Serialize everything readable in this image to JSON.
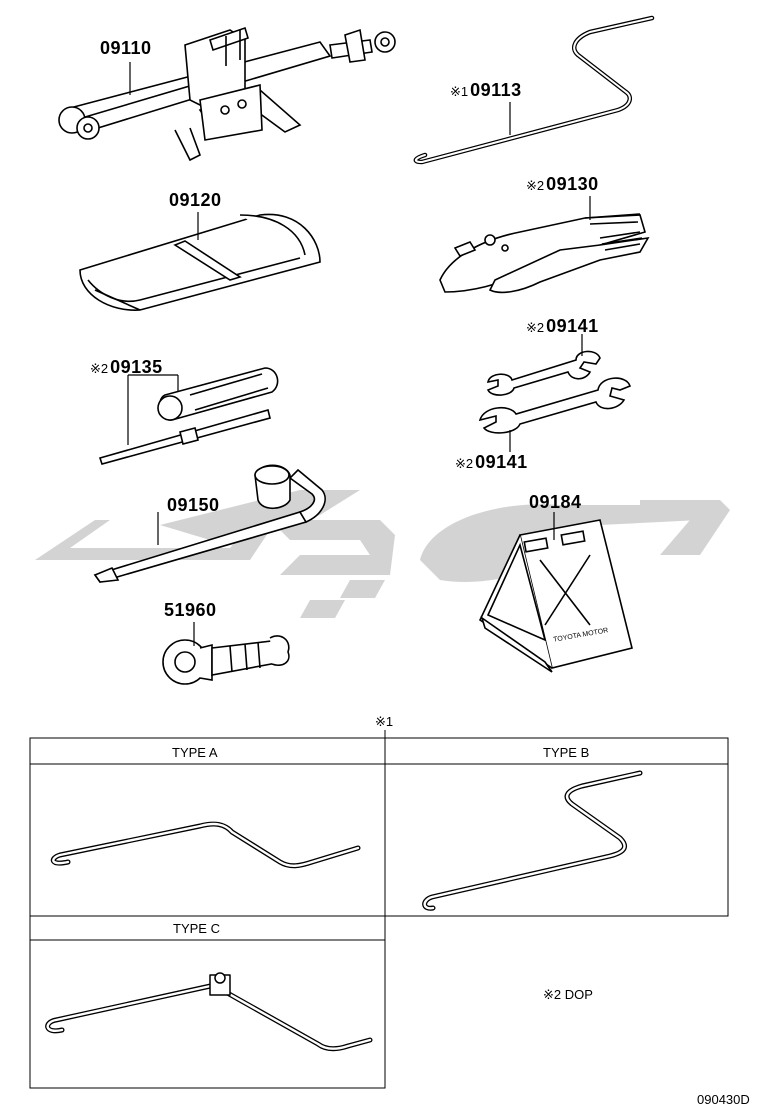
{
  "parts": {
    "p09110": {
      "mark": "",
      "number": "09110"
    },
    "p09113": {
      "mark": "※1",
      "number": "09113"
    },
    "p09120": {
      "mark": "",
      "number": "09120"
    },
    "p09130": {
      "mark": "※2",
      "number": "09130"
    },
    "p09135": {
      "mark": "※2",
      "number": "09135"
    },
    "p09141a": {
      "mark": "※2",
      "number": "09141"
    },
    "p09141b": {
      "mark": "※2",
      "number": "09141"
    },
    "p09150": {
      "mark": "",
      "number": "09150"
    },
    "p09184": {
      "mark": "",
      "number": "09184"
    },
    "p51960": {
      "mark": "",
      "number": "51960"
    }
  },
  "chock_text": "TOYOTA MOTOR",
  "table": {
    "header_mark": "※1",
    "type_a": "TYPE A",
    "type_b": "TYPE B",
    "type_c": "TYPE C",
    "dop_note": "※2  DOP"
  },
  "watermark_text": "",
  "diagram_code": "090430D"
}
